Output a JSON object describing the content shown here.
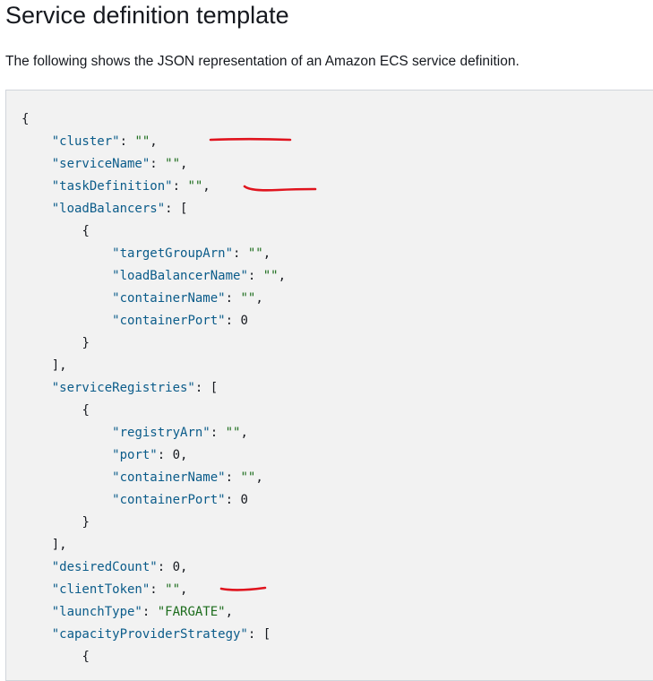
{
  "page": {
    "title": "Service definition template",
    "intro": "The following shows the JSON representation of an Amazon ECS service definition."
  },
  "code_lines": [
    [
      {
        "t": "{",
        "c": "punct"
      }
    ],
    [
      {
        "t": "    "
      },
      {
        "t": "\"cluster\"",
        "c": "key"
      },
      {
        "t": ": ",
        "c": "punct"
      },
      {
        "t": "\"\"",
        "c": "str"
      },
      {
        "t": ",",
        "c": "punct"
      }
    ],
    [
      {
        "t": "    "
      },
      {
        "t": "\"serviceName\"",
        "c": "key"
      },
      {
        "t": ": ",
        "c": "punct"
      },
      {
        "t": "\"\"",
        "c": "str"
      },
      {
        "t": ",",
        "c": "punct"
      }
    ],
    [
      {
        "t": "    "
      },
      {
        "t": "\"taskDefinition\"",
        "c": "key"
      },
      {
        "t": ": ",
        "c": "punct"
      },
      {
        "t": "\"\"",
        "c": "str"
      },
      {
        "t": ",",
        "c": "punct"
      }
    ],
    [
      {
        "t": "    "
      },
      {
        "t": "\"loadBalancers\"",
        "c": "key"
      },
      {
        "t": ": [",
        "c": "punct"
      }
    ],
    [
      {
        "t": "        "
      },
      {
        "t": "{",
        "c": "punct"
      }
    ],
    [
      {
        "t": "            "
      },
      {
        "t": "\"targetGroupArn\"",
        "c": "key"
      },
      {
        "t": ": ",
        "c": "punct"
      },
      {
        "t": "\"\"",
        "c": "str"
      },
      {
        "t": ",",
        "c": "punct"
      }
    ],
    [
      {
        "t": "            "
      },
      {
        "t": "\"loadBalancerName\"",
        "c": "key"
      },
      {
        "t": ": ",
        "c": "punct"
      },
      {
        "t": "\"\"",
        "c": "str"
      },
      {
        "t": ",",
        "c": "punct"
      }
    ],
    [
      {
        "t": "            "
      },
      {
        "t": "\"containerName\"",
        "c": "key"
      },
      {
        "t": ": ",
        "c": "punct"
      },
      {
        "t": "\"\"",
        "c": "str"
      },
      {
        "t": ",",
        "c": "punct"
      }
    ],
    [
      {
        "t": "            "
      },
      {
        "t": "\"containerPort\"",
        "c": "key"
      },
      {
        "t": ": ",
        "c": "punct"
      },
      {
        "t": "0",
        "c": "num"
      }
    ],
    [
      {
        "t": "        "
      },
      {
        "t": "}",
        "c": "punct"
      }
    ],
    [
      {
        "t": "    "
      },
      {
        "t": "],",
        "c": "punct"
      }
    ],
    [
      {
        "t": "    "
      },
      {
        "t": "\"serviceRegistries\"",
        "c": "key"
      },
      {
        "t": ": [",
        "c": "punct"
      }
    ],
    [
      {
        "t": "        "
      },
      {
        "t": "{",
        "c": "punct"
      }
    ],
    [
      {
        "t": "            "
      },
      {
        "t": "\"registryArn\"",
        "c": "key"
      },
      {
        "t": ": ",
        "c": "punct"
      },
      {
        "t": "\"\"",
        "c": "str"
      },
      {
        "t": ",",
        "c": "punct"
      }
    ],
    [
      {
        "t": "            "
      },
      {
        "t": "\"port\"",
        "c": "key"
      },
      {
        "t": ": ",
        "c": "punct"
      },
      {
        "t": "0",
        "c": "num"
      },
      {
        "t": ",",
        "c": "punct"
      }
    ],
    [
      {
        "t": "            "
      },
      {
        "t": "\"containerName\"",
        "c": "key"
      },
      {
        "t": ": ",
        "c": "punct"
      },
      {
        "t": "\"\"",
        "c": "str"
      },
      {
        "t": ",",
        "c": "punct"
      }
    ],
    [
      {
        "t": "            "
      },
      {
        "t": "\"containerPort\"",
        "c": "key"
      },
      {
        "t": ": ",
        "c": "punct"
      },
      {
        "t": "0",
        "c": "num"
      }
    ],
    [
      {
        "t": "        "
      },
      {
        "t": "}",
        "c": "punct"
      }
    ],
    [
      {
        "t": "    "
      },
      {
        "t": "],",
        "c": "punct"
      }
    ],
    [
      {
        "t": "    "
      },
      {
        "t": "\"desiredCount\"",
        "c": "key"
      },
      {
        "t": ": ",
        "c": "punct"
      },
      {
        "t": "0",
        "c": "num"
      },
      {
        "t": ",",
        "c": "punct"
      }
    ],
    [
      {
        "t": "    "
      },
      {
        "t": "\"clientToken\"",
        "c": "key"
      },
      {
        "t": ": ",
        "c": "punct"
      },
      {
        "t": "\"\"",
        "c": "str"
      },
      {
        "t": ",",
        "c": "punct"
      }
    ],
    [
      {
        "t": "    "
      },
      {
        "t": "\"launchType\"",
        "c": "key"
      },
      {
        "t": ": ",
        "c": "punct"
      },
      {
        "t": "\"FARGATE\"",
        "c": "str"
      },
      {
        "t": ",",
        "c": "punct"
      }
    ],
    [
      {
        "t": "    "
      },
      {
        "t": "\"capacityProviderStrategy\"",
        "c": "key"
      },
      {
        "t": ": [",
        "c": "punct"
      }
    ],
    [
      {
        "t": "        "
      },
      {
        "t": "{",
        "c": "punct"
      }
    ]
  ],
  "annotations": {
    "color": "#e0141e",
    "marked_keys": [
      "cluster",
      "taskDefinition",
      "clientToken"
    ]
  }
}
